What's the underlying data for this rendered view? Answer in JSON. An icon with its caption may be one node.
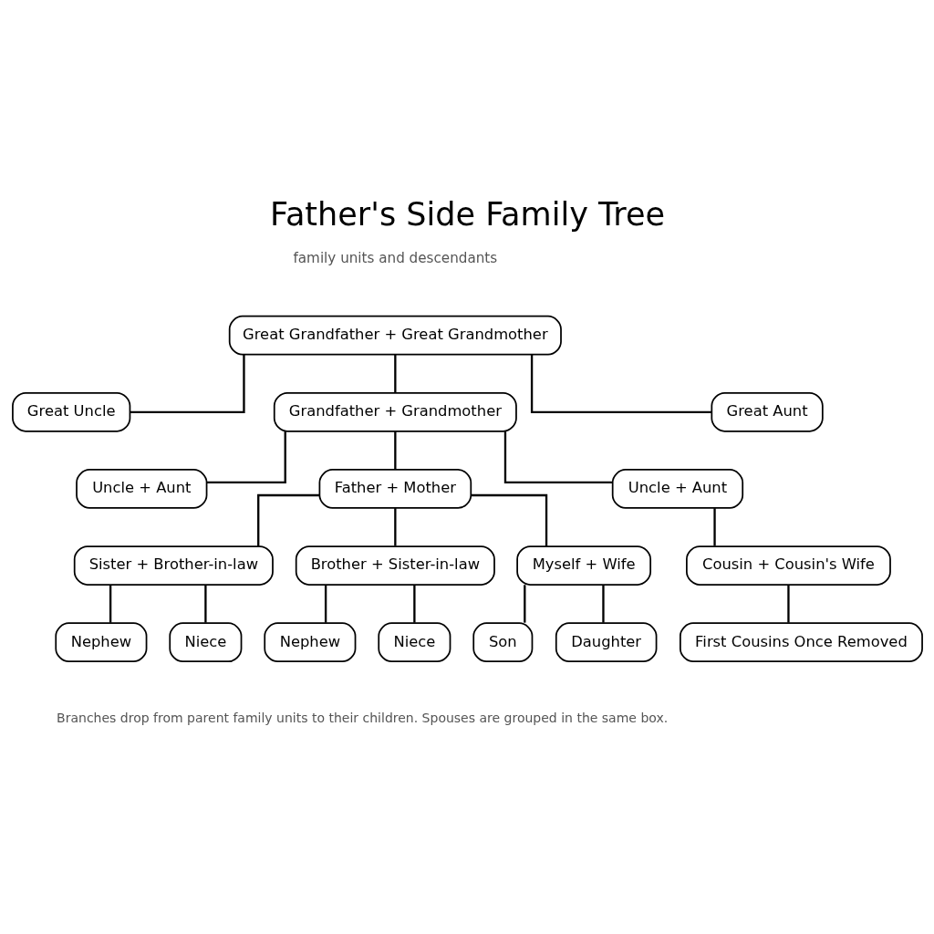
{
  "diagram": {
    "title": "Father's Side Family Tree",
    "caption": "Branches drop from parent family units to their children. Spouses are grouped in the same box.",
    "labels": [
      "family units and descendants"
    ],
    "nodes": [
      {
        "text": [
          "Great Grandfather + Great Grandmother"
        ]
      },
      {
        "text": [
          "Great Uncle"
        ]
      },
      {
        "text": [
          "Grandfather + Grandmother"
        ]
      },
      {
        "text": [
          "Great Aunt"
        ]
      },
      {
        "text": [
          "Uncle + Aunt"
        ]
      },
      {
        "text": [
          "Father + Mother"
        ]
      },
      {
        "text": [
          "Uncle + Aunt"
        ]
      },
      {
        "text": [
          "Sister + Brother-in-law"
        ]
      },
      {
        "text": [
          "Brother + Sister-in-law"
        ]
      },
      {
        "text": [
          "Myself + Wife"
        ]
      },
      {
        "text": [
          "Cousin + Cousin's Wife"
        ]
      },
      {
        "text": [
          "Nephew"
        ]
      },
      {
        "text": [
          "Niece"
        ]
      },
      {
        "text": [
          "Nephew"
        ]
      },
      {
        "text": [
          "Niece"
        ]
      },
      {
        "text": [
          "Son"
        ]
      },
      {
        "text": [
          "Daughter"
        ]
      },
      {
        "text": [
          "First Cousins Once Removed"
        ]
      }
    ],
    "edges": [
      {
        "from": 0,
        "to": 1,
        "arrow": "none"
      },
      {
        "from": 0,
        "to": 2,
        "arrow": "none"
      },
      {
        "from": 0,
        "to": 3,
        "arrow": "none"
      },
      {
        "from": 2,
        "to": 4,
        "arrow": "none"
      },
      {
        "from": 2,
        "to": 5,
        "arrow": "none"
      },
      {
        "from": 2,
        "to": 6,
        "arrow": "none"
      },
      {
        "from": 5,
        "to": 7,
        "arrow": "none"
      },
      {
        "from": 5,
        "to": 8,
        "arrow": "none"
      },
      {
        "from": 5,
        "to": 9,
        "arrow": "none"
      },
      {
        "from": 6,
        "to": 10,
        "arrow": "none"
      },
      {
        "from": 7,
        "to": 11,
        "arrow": "none"
      },
      {
        "from": 7,
        "to": 12,
        "arrow": "none"
      },
      {
        "from": 8,
        "to": 13,
        "arrow": "none"
      },
      {
        "from": 8,
        "to": 14,
        "arrow": "none"
      },
      {
        "from": 9,
        "to": 15,
        "arrow": "none"
      },
      {
        "from": 9,
        "to": 16,
        "arrow": "none"
      },
      {
        "from": 10,
        "to": 17,
        "arrow": "none"
      }
    ]
  }
}
